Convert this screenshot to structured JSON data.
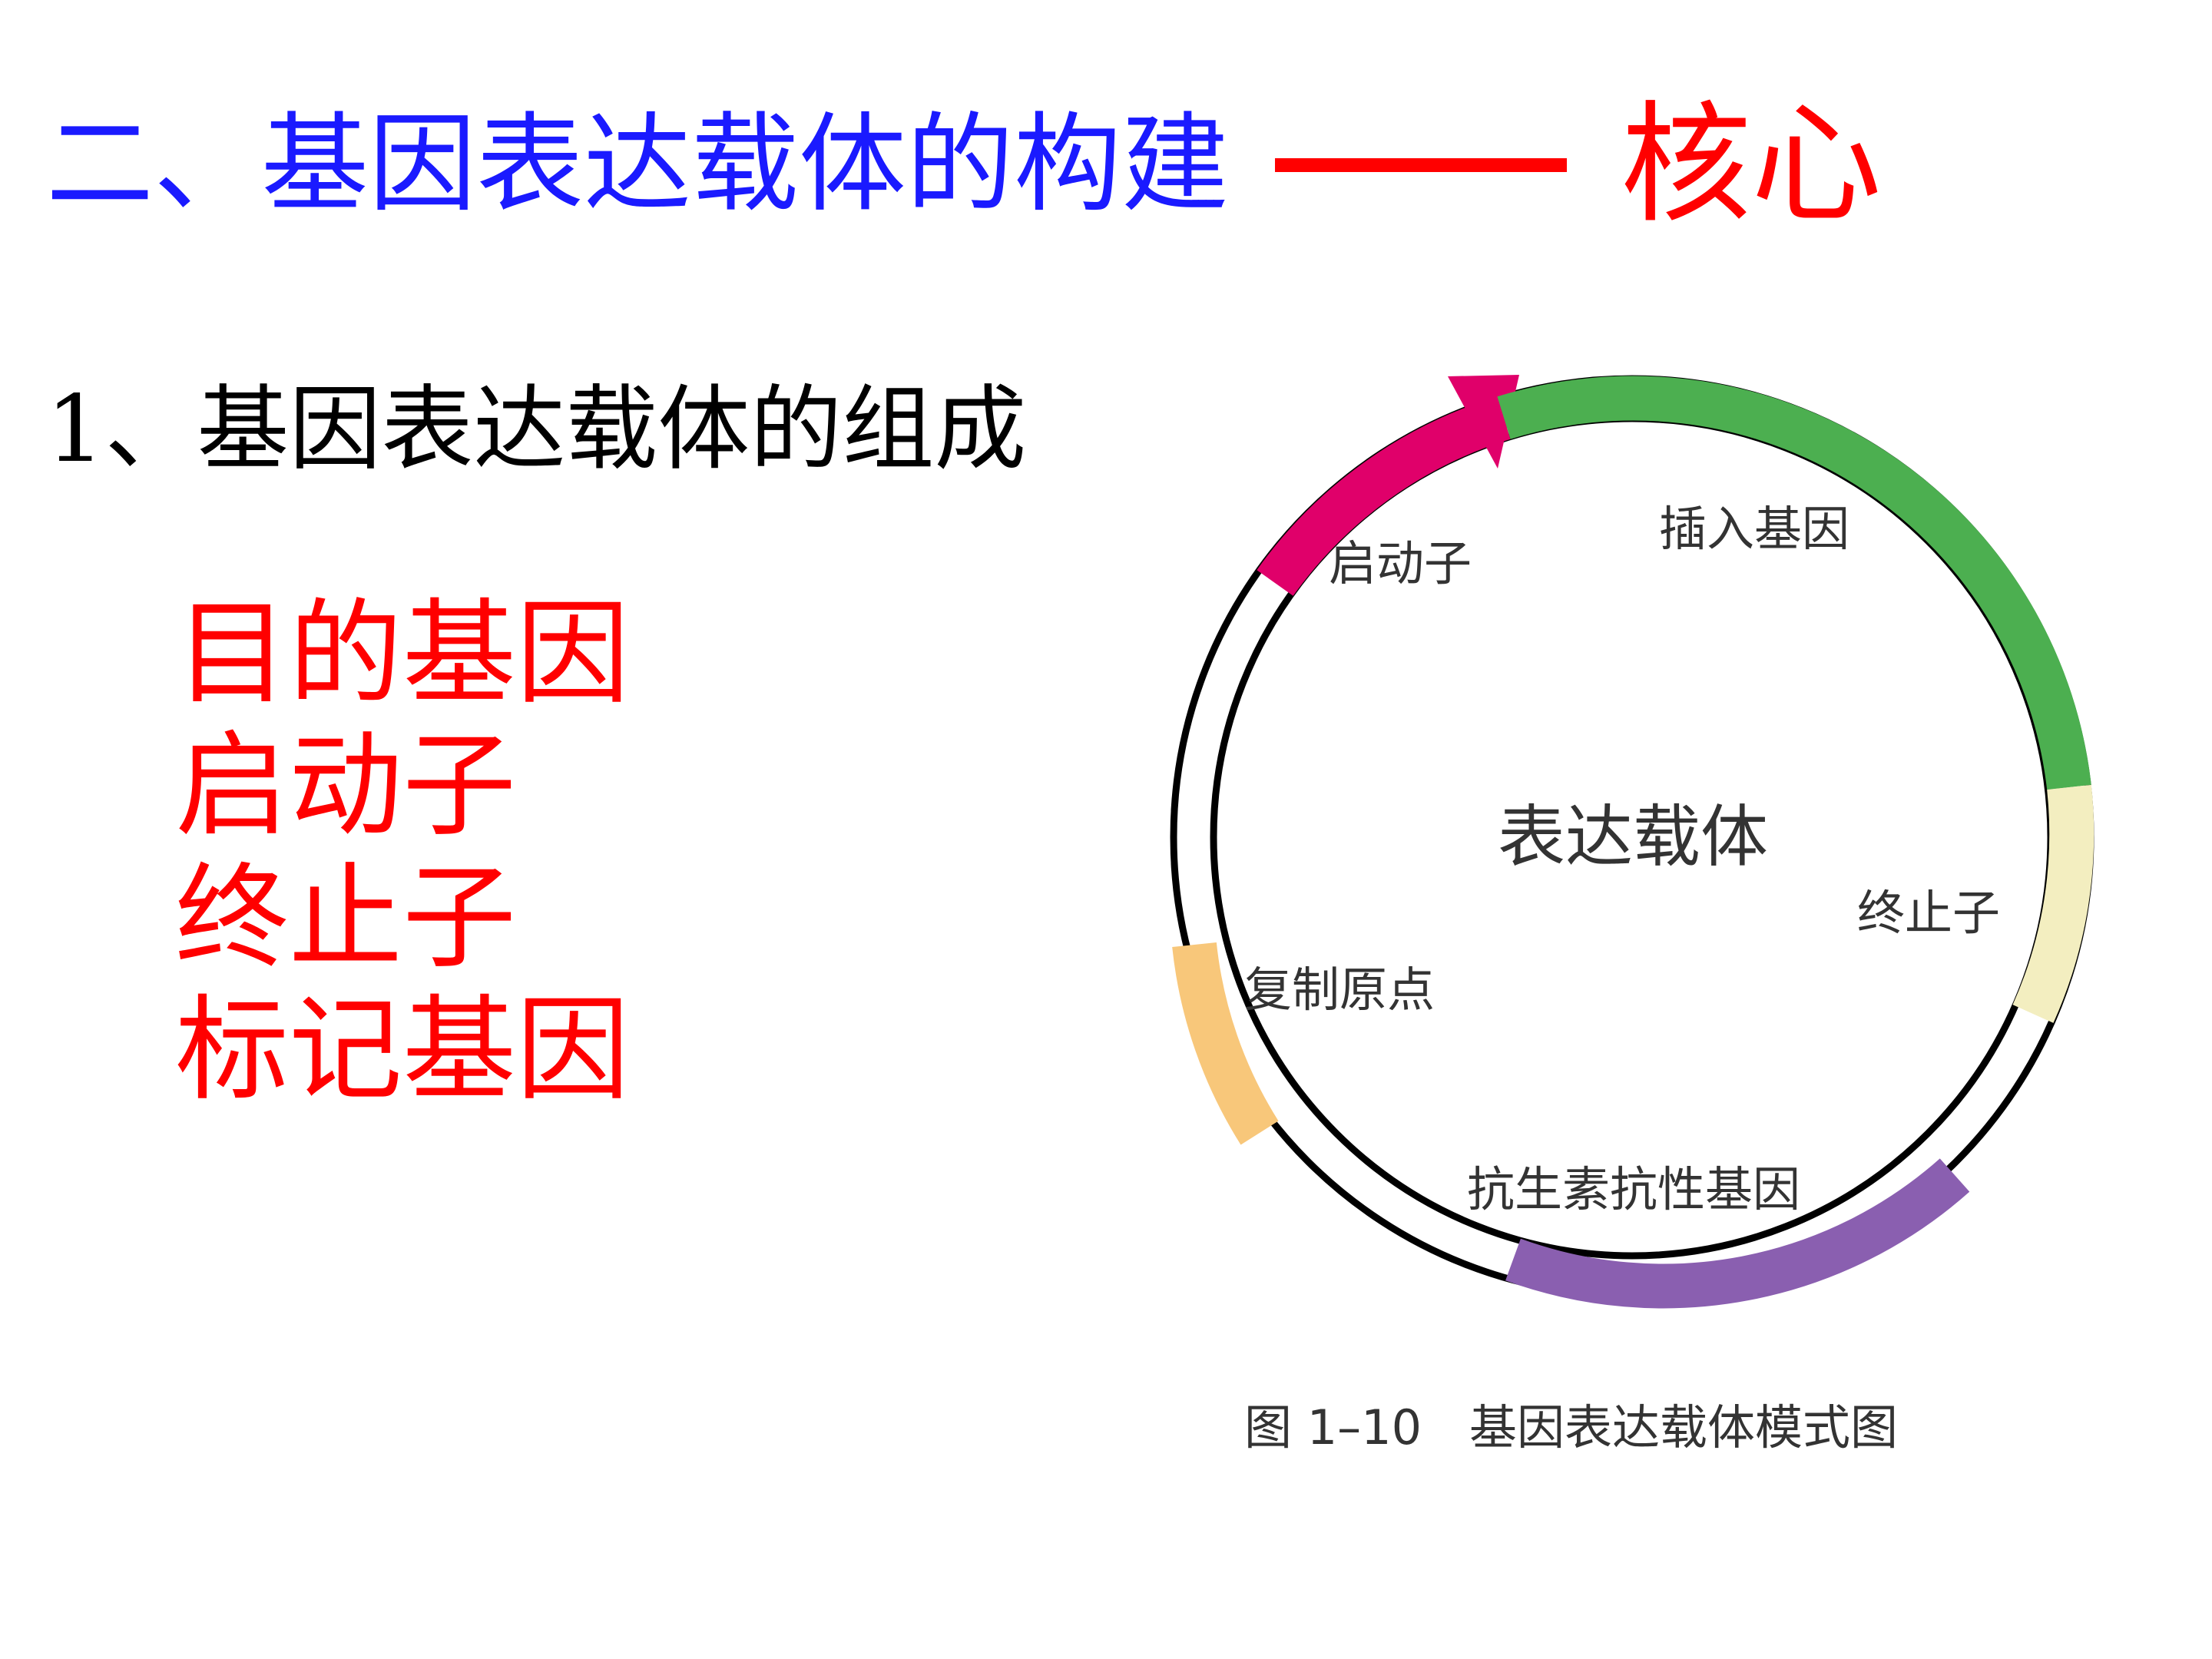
{
  "title": {
    "main": "二、基因表达载体的构建",
    "emphasis": "核心"
  },
  "subtitle": "1、基因表达载体的组成",
  "components": [
    "目的基因",
    "启动子",
    "终止子",
    "标记基因"
  ],
  "diagram": {
    "center_label": "表达载体",
    "caption": "图 1–10　基因表达载体模式图",
    "segments": [
      {
        "label": "启动子",
        "color": "#e0006a"
      },
      {
        "label": "插入基因",
        "color": "#4caf50"
      },
      {
        "label": "终止子",
        "color": "#f3eec0"
      },
      {
        "label": "抗生素抗性基因",
        "color": "#8a5fb0"
      },
      {
        "label": "复制原点",
        "color": "#f8c77a"
      }
    ],
    "backbone_color": "#000000"
  }
}
